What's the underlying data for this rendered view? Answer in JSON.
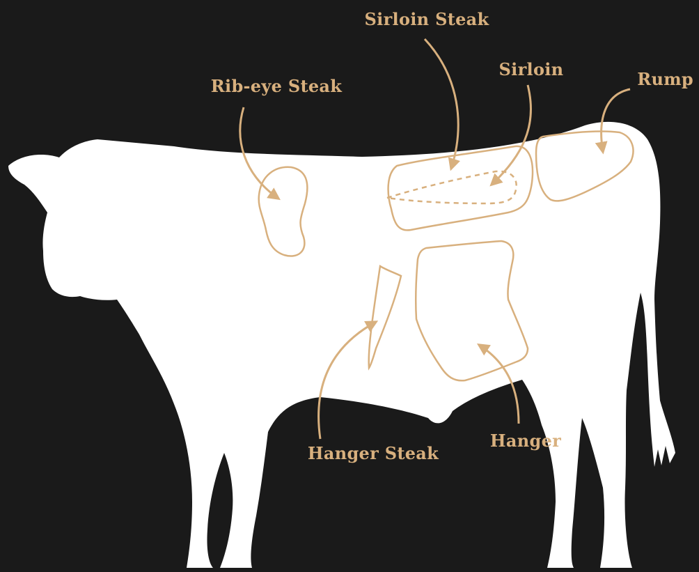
{
  "colors": {
    "background": "#1a1a1a",
    "silhouette": "#ffffff",
    "accent": "#d8b07e"
  },
  "silhouette_icon": "cow-silhouette-icon",
  "cuts": {
    "sirloin_steak": "Sirloin Steak",
    "sirloin": "Sirloin",
    "rump": "Rump",
    "ribeye_steak": "Rib-eye Steak",
    "hanger_steak": "Hanger Steak",
    "hanger": "Hanger"
  }
}
